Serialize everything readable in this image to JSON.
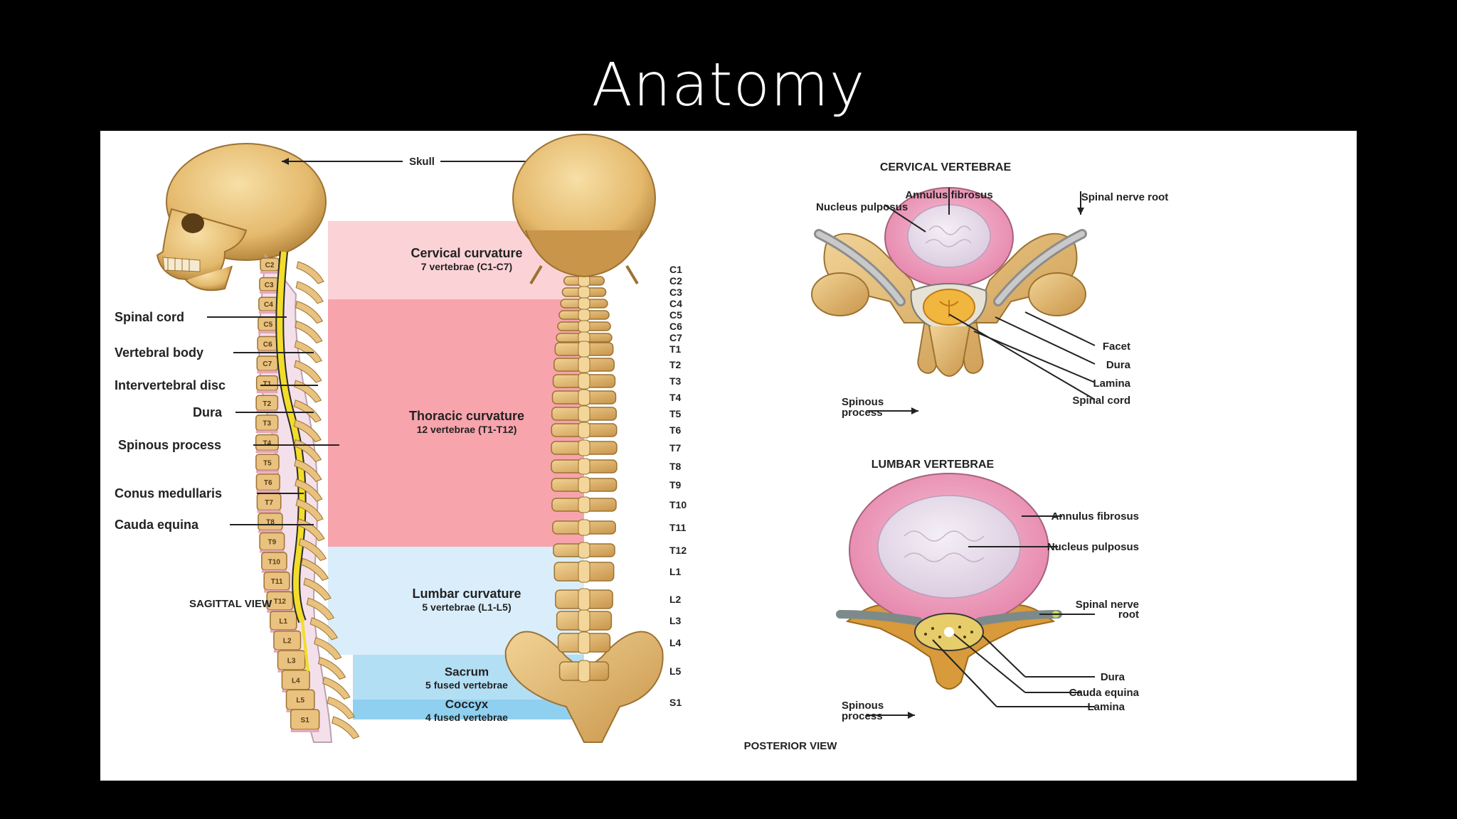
{
  "slide": {
    "title": "Anatomy"
  },
  "diagram": {
    "top_label": "Skull",
    "sagittal": {
      "caption": "SAGITTAL VIEW",
      "labels": [
        "Spinal cord",
        "Vertebral body",
        "Intervertebral disc",
        "Dura",
        "Spinous process",
        "Conus medullaris",
        "Cauda equina"
      ],
      "vertebra_tags": [
        "C2",
        "C3",
        "C4",
        "C5",
        "C6",
        "C7",
        "T1",
        "T2",
        "T3",
        "T4",
        "T5",
        "T6",
        "T7",
        "T8",
        "T9",
        "T10",
        "T11",
        "T12",
        "L1",
        "L2",
        "L3",
        "L4",
        "L5",
        "S1"
      ]
    },
    "regions": [
      {
        "title": "Cervical curvature",
        "subtitle": "7 vertebrae (C1-C7)",
        "color": "#fbd3d6"
      },
      {
        "title": "Thoracic curvature",
        "subtitle": "12 vertebrae (T1-T12)",
        "color": "#f7a4ad"
      },
      {
        "title": "Lumbar curvature",
        "subtitle": "5 vertebrae (L1-L5)",
        "color": "#d9eefa"
      },
      {
        "title": "Sacrum",
        "subtitle": "5 fused vertebrae",
        "color": "#b3dff5"
      },
      {
        "title": "Coccyx",
        "subtitle": "4 fused vertebrae",
        "color": "#8fd0f0"
      }
    ],
    "posterior": {
      "caption": "POSTERIOR VIEW",
      "vertebra_labels": [
        "C1",
        "C2",
        "C3",
        "C4",
        "C5",
        "C6",
        "C7",
        "T1",
        "T2",
        "T3",
        "T4",
        "T5",
        "T6",
        "T7",
        "T8",
        "T9",
        "T10",
        "T11",
        "T12",
        "L1",
        "L2",
        "L3",
        "L4",
        "L5",
        "S1"
      ]
    },
    "cervical": {
      "title": "CERVICAL VERTEBRAE",
      "labels": {
        "nucleus": "Nucleus pulposus",
        "annulus": "Annulus fibrosus",
        "nerve_root": "Spinal nerve root",
        "facet": "Facet",
        "dura": "Dura",
        "lamina": "Lamina",
        "spinal_cord": "Spinal cord",
        "spinous_1": "Spinous",
        "spinous_2": "process"
      }
    },
    "lumbar": {
      "title": "LUMBAR VERTEBRAE",
      "labels": {
        "annulus": "Annulus fibrosus",
        "nucleus": "Nucleus pulposus",
        "nerve_root_1": "Spinal nerve",
        "nerve_root_2": "root",
        "dura": "Dura",
        "cauda": "Cauda equina",
        "lamina": "Lamina",
        "spinous_1": "Spinous",
        "spinous_2": "process"
      }
    },
    "colors": {
      "bone": "#e8c27e",
      "bone_dark": "#b8893f",
      "spinal_cord": "#f2dd2a",
      "disc": "#e6a7b8",
      "nerve": "#9a9a9a"
    }
  }
}
